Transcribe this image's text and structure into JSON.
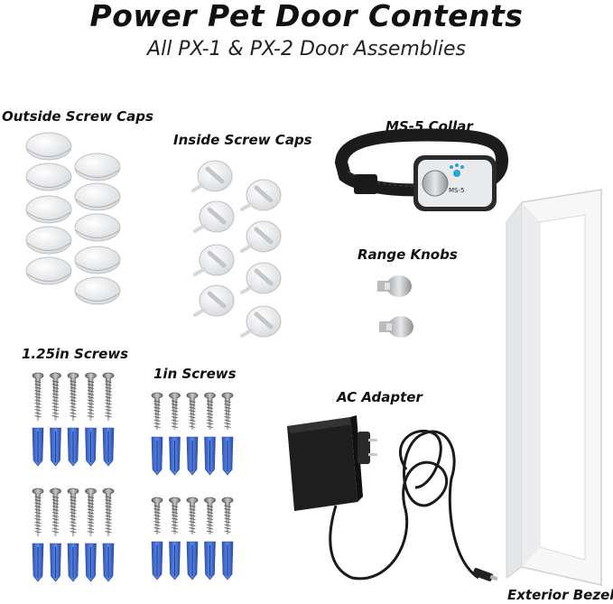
{
  "title": "Power Pet Door Contents",
  "subtitle": "All PX-1 & PX-2 Door Assemblies",
  "items": {
    "outside_screw_caps": "Outside Screw Caps",
    "inside_screw_caps": "Inside Screw Caps",
    "ms5_collar": "MS-5 Collar",
    "range_knobs": "Range Knobs",
    "screws_125": "1.25in Screws",
    "screws_1": "1in Screws",
    "ac_adapter": "AC Adapter",
    "exterior_bezel": "Exterior Bezel"
  },
  "collar_tag_text": "MS-5",
  "colors": {
    "anchor_blue": "#3f6fd6",
    "screw_steel": "#8a8d90",
    "collar_black": "#1c1c1c",
    "bezel_white": "#f7f7f7"
  }
}
